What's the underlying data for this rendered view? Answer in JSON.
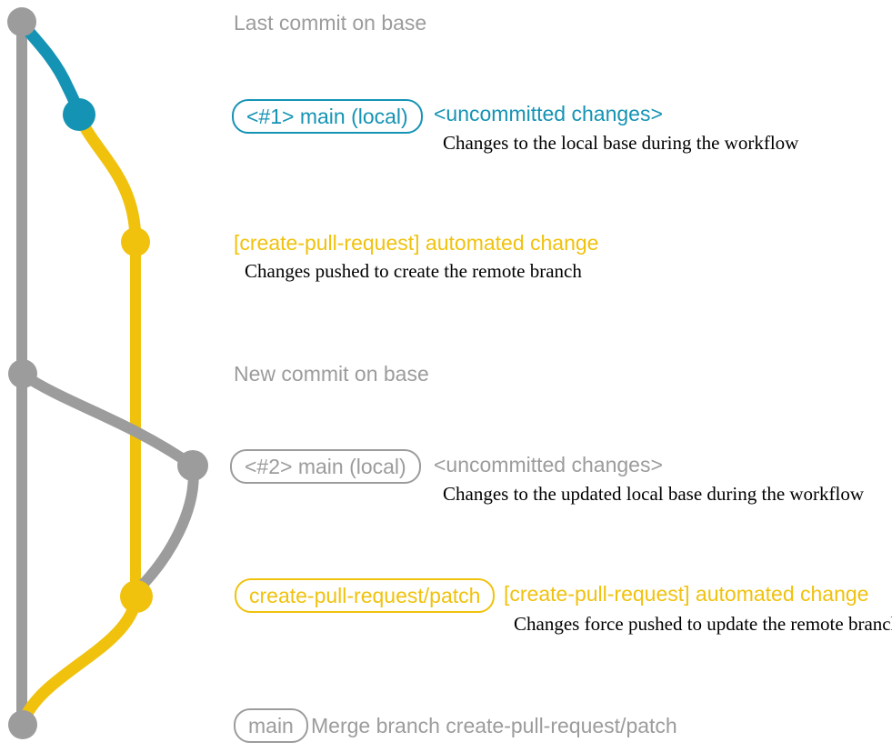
{
  "colors": {
    "gray": "#9c9c9c",
    "blue": "#1593b4",
    "yellow": "#f0c20e",
    "note_text": "#000000"
  },
  "rows": {
    "last_commit_label": "Last commit on base",
    "branch1_badge": "<#1> main (local)",
    "branch1_title": "<uncommitted changes>",
    "branch1_note": "Changes to the local base during the workflow",
    "cpr1_title": "[create-pull-request] automated change",
    "cpr1_note": "Changes pushed to create the remote branch",
    "new_commit_label": "New commit on base",
    "branch2_badge": "<#2> main (local)",
    "branch2_title": "<uncommitted changes>",
    "branch2_note": "Changes to the updated local base during the workflow",
    "patch_badge": "create-pull-request/patch",
    "cpr2_title": "[create-pull-request] automated change",
    "cpr2_note": "Changes force pushed to update the remote branch",
    "merge_badge": "main",
    "merge_label": "Merge branch create-pull-request/patch"
  }
}
